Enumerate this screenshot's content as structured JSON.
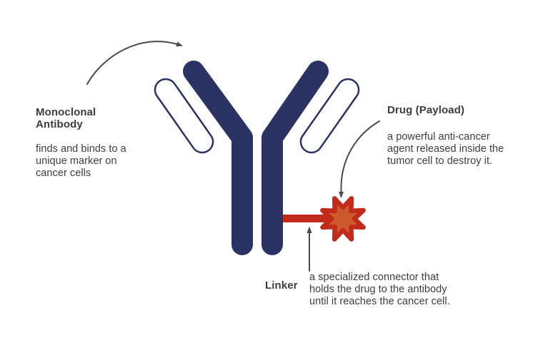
{
  "page": {
    "background": "#ffffff"
  },
  "colors": {
    "background": "#ffffff",
    "antibody_navy": "#2b3365",
    "linker_red": "#c22a1b",
    "payload_fill": "#cd5a2c",
    "payload_stroke": "#c22a1b",
    "arrow_gray": "#4a4a4a",
    "text_dark": "#3d3d3d"
  },
  "diagram": {
    "monoclonal": {
      "title": "Monoclonal Antibody",
      "description": "finds and binds to a unique marker on cancer cells"
    },
    "drug": {
      "title": "Drug (Payload)",
      "description": "a powerful anti-cancer agent released inside the tumor cell to destroy it."
    },
    "linker": {
      "title": "Linker",
      "description": "a specialized connector that holds the drug to the antibody until it reaches the cancer cell."
    }
  }
}
